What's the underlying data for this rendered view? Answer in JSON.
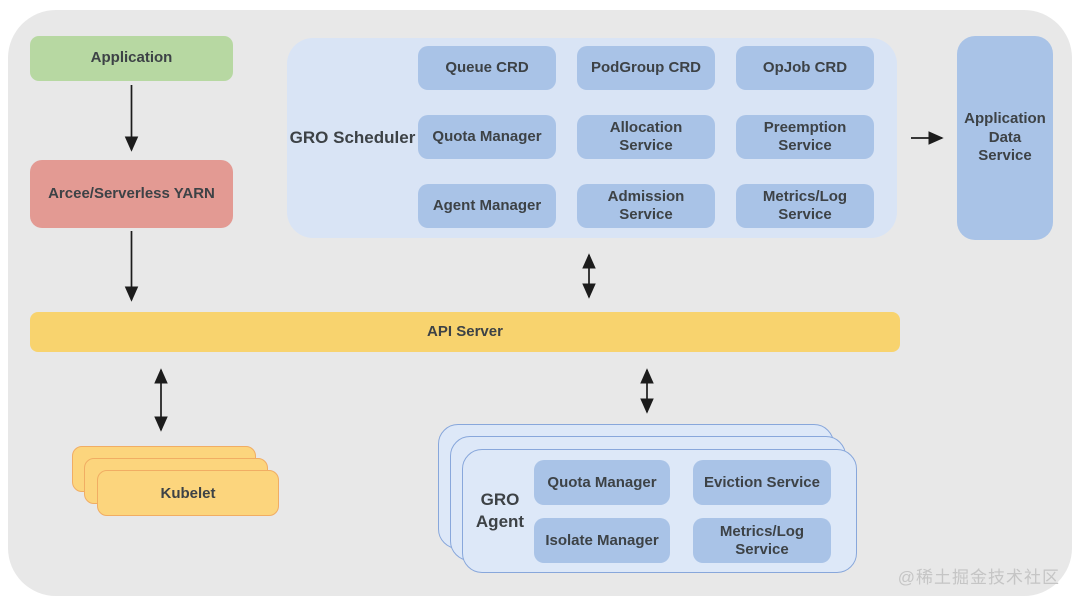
{
  "diagram": {
    "title_context": "GRO scheduling architecture",
    "application": {
      "label": "Application"
    },
    "yarn": {
      "label": "Arcee/Serverless YARN"
    },
    "scheduler": {
      "label": "GRO Scheduler",
      "modules": [
        {
          "label": "Queue CRD"
        },
        {
          "label": "PodGroup CRD"
        },
        {
          "label": "OpJob CRD"
        },
        {
          "label": "Quota Manager"
        },
        {
          "label": "Allocation Service"
        },
        {
          "label": "Preemption Service"
        },
        {
          "label": "Agent Manager"
        },
        {
          "label": "Admission Service"
        },
        {
          "label": "Metrics/Log Service"
        }
      ]
    },
    "app_data_service": {
      "label": "Application Data Service"
    },
    "api_server": {
      "label": "API Server"
    },
    "kubelet": {
      "label": "Kubelet",
      "stack_count": 3
    },
    "agent": {
      "label": "GRO Agent",
      "stack_count": 3,
      "modules": [
        {
          "label": "Quota Manager"
        },
        {
          "label": "Eviction Service"
        },
        {
          "label": "Isolate Manager"
        },
        {
          "label": "Metrics/Log Service"
        }
      ]
    },
    "connections": [
      {
        "from": "Application",
        "to": "Arcee/Serverless YARN",
        "type": "one-way"
      },
      {
        "from": "Arcee/Serverless YARN",
        "to": "API Server",
        "type": "one-way"
      },
      {
        "from": "GRO Scheduler",
        "to": "Application Data Service",
        "type": "one-way"
      },
      {
        "from": "GRO Scheduler",
        "to": "API Server",
        "type": "two-way"
      },
      {
        "from": "API Server",
        "to": "Kubelet",
        "type": "two-way"
      },
      {
        "from": "API Server",
        "to": "GRO Agent",
        "type": "two-way"
      }
    ],
    "watermark": "@稀土掘金技术社区"
  },
  "colors": {
    "panel_bg": "#e8e8e8",
    "application_green": "#b7d8a2",
    "yarn_red": "#e39a93",
    "scheduler_container_blue": "#d9e4f5",
    "module_blue": "#a9c3e7",
    "api_server_yellow": "#f8d36e",
    "kubelet_yellow": "#fcd57d",
    "kubelet_border": "#f1ad63",
    "agent_container_blue": "#dde8f8",
    "agent_border": "#88a7db",
    "text": "#3d4246",
    "arrow": "#1c1c1c",
    "watermark_gray": "#c5c5c5"
  }
}
